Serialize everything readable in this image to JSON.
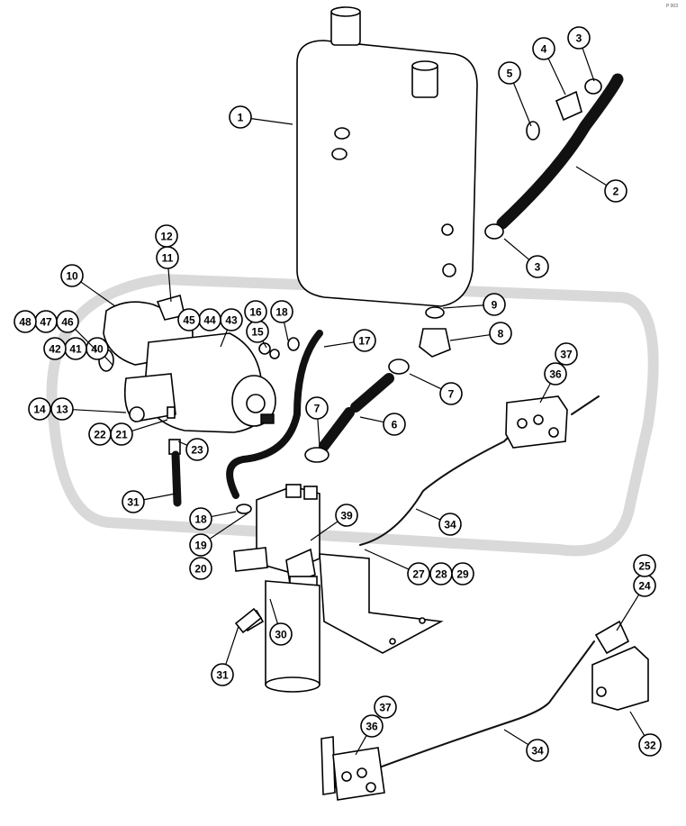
{
  "stamp": "P 003",
  "callouts": [
    {
      "n": "1",
      "label": "1"
    },
    {
      "n": "2",
      "label": "2"
    },
    {
      "n": "3a",
      "label": "3"
    },
    {
      "n": "3b",
      "label": "3"
    },
    {
      "n": "4",
      "label": "4"
    },
    {
      "n": "5",
      "label": "5"
    },
    {
      "n": "6",
      "label": "6"
    },
    {
      "n": "7a",
      "label": "7"
    },
    {
      "n": "7b",
      "label": "7"
    },
    {
      "n": "8",
      "label": "8"
    },
    {
      "n": "9",
      "label": "9"
    },
    {
      "n": "10",
      "label": "10"
    },
    {
      "n": "11",
      "label": "11"
    },
    {
      "n": "12",
      "label": "12"
    },
    {
      "n": "13",
      "label": "13"
    },
    {
      "n": "14",
      "label": "14"
    },
    {
      "n": "15",
      "label": "15"
    },
    {
      "n": "16",
      "label": "16"
    },
    {
      "n": "17",
      "label": "17"
    },
    {
      "n": "18a",
      "label": "18"
    },
    {
      "n": "18b",
      "label": "18"
    },
    {
      "n": "19",
      "label": "19"
    },
    {
      "n": "20",
      "label": "20"
    },
    {
      "n": "21",
      "label": "21"
    },
    {
      "n": "22",
      "label": "22"
    },
    {
      "n": "23",
      "label": "23"
    },
    {
      "n": "24",
      "label": "24"
    },
    {
      "n": "25",
      "label": "25"
    },
    {
      "n": "27",
      "label": "27"
    },
    {
      "n": "28",
      "label": "28"
    },
    {
      "n": "29",
      "label": "29"
    },
    {
      "n": "30",
      "label": "30"
    },
    {
      "n": "31a",
      "label": "31"
    },
    {
      "n": "31b",
      "label": "31"
    },
    {
      "n": "32",
      "label": "32"
    },
    {
      "n": "34a",
      "label": "34"
    },
    {
      "n": "34b",
      "label": "34"
    },
    {
      "n": "36a",
      "label": "36"
    },
    {
      "n": "36b",
      "label": "36"
    },
    {
      "n": "37a",
      "label": "37"
    },
    {
      "n": "37b",
      "label": "37"
    },
    {
      "n": "39",
      "label": "39"
    },
    {
      "n": "40",
      "label": "40"
    },
    {
      "n": "41",
      "label": "41"
    },
    {
      "n": "42",
      "label": "42"
    },
    {
      "n": "43",
      "label": "43"
    },
    {
      "n": "44",
      "label": "44"
    },
    {
      "n": "45",
      "label": "45"
    },
    {
      "n": "46",
      "label": "46"
    },
    {
      "n": "47",
      "label": "47"
    },
    {
      "n": "48",
      "label": "48"
    }
  ]
}
